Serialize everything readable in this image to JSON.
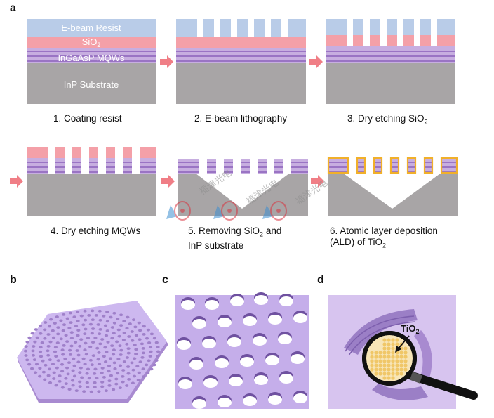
{
  "panels": {
    "a": "a",
    "b": "b",
    "c": "c",
    "d": "d"
  },
  "layers": {
    "resist": "E-beam Resist",
    "sio2_base": "SiO",
    "sio2_sub": "2",
    "mqw": "InGaAsP MQWs",
    "substrate": "InP Substrate"
  },
  "steps": {
    "s1": "1. Coating resist",
    "s2": "2. E-beam lithography",
    "s3_main": "3. Dry etching SiO",
    "s3_sub": "2",
    "s4": "4. Dry etching MQWs",
    "s5_line1_a": "5. Removing SiO",
    "s5_line1_sub": "2",
    "s5_line1_b": " and",
    "s5_line2": "InP substrate",
    "s6_line1": "6. Atomic layer deposition",
    "s6_line2_a": "(ALD) of TiO",
    "s6_line2_sub": "2"
  },
  "callout": {
    "tio2_base": "TiO",
    "tio2_sub": "2"
  },
  "watermark": {
    "text": "福津光电"
  },
  "colors": {
    "resist": "#b9cce8",
    "sio2": "#f4a0a8",
    "mqw_light": "#c7aee0",
    "mqw_dark": "#9a74c4",
    "substrate": "#a8a5a6",
    "arrow": "#f07e86",
    "tio2": "#f1b02a",
    "photonic": "#c9b3ec"
  }
}
